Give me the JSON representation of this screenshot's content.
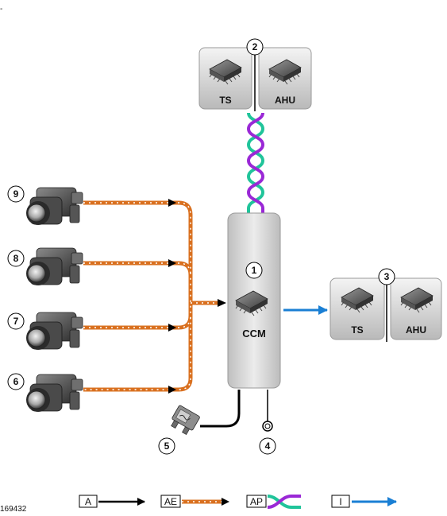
{
  "corner_mark": "-",
  "reference_number": "169432",
  "modules": {
    "top_left": "TS",
    "top_right": "AHU",
    "right_left": "TS",
    "right_right": "AHU",
    "center": "CCM"
  },
  "callouts": [
    "1",
    "2",
    "3",
    "4",
    "5",
    "6",
    "7",
    "8",
    "9"
  ],
  "legend": [
    {
      "code": "A",
      "line": "black-arrow"
    },
    {
      "code": "AE",
      "line": "orange-dashed-arrow"
    },
    {
      "code": "AP",
      "line": "twisted-pair"
    },
    {
      "code": "I",
      "line": "blue-arrow"
    }
  ],
  "colors": {
    "black_line": "#000000",
    "orange_line": "#d9701f",
    "blue_line": "#1a7fd4",
    "twisted_green": "#20c49a",
    "twisted_purple": "#9a28d6",
    "module_gray": "#cfcfcf"
  }
}
